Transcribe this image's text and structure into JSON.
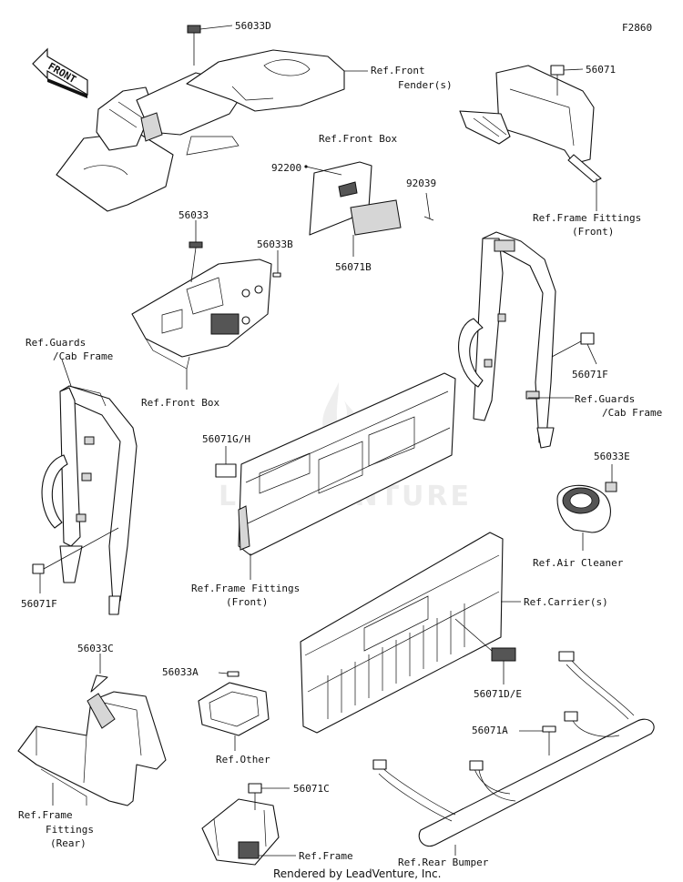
{
  "diagram_code": "F2860",
  "watermark": "LEADVENTURE",
  "footer": "Rendered by LeadVenture, Inc.",
  "front_arrow": "FRONT",
  "labels": {
    "p56033D": "56033D",
    "ref_front_fender_1": "Ref.Front",
    "ref_front_fender_2": "Fender(s)",
    "p56071_top": "56071",
    "ref_front_box_top": "Ref.Front Box",
    "p92200": "92200",
    "p92039": "92039",
    "p56071B": "56071B",
    "ref_frame_fittings_front_r1": "Ref.Frame Fittings",
    "ref_frame_fittings_front_r2": "(Front)",
    "p56033": "56033",
    "p56033B": "56033B",
    "ref_front_box_mid": "Ref.Front Box",
    "ref_guards_l1": "Ref.Guards",
    "ref_guards_l2": "/Cab Frame",
    "p56071F_right": "56071F",
    "ref_guards_r1": "Ref.Guards",
    "ref_guards_r2": "/Cab Frame",
    "p56071GH": "56071G/H",
    "p56033E": "56033E",
    "ref_air_cleaner": "Ref.Air Cleaner",
    "p56071F_left": "56071F",
    "ref_frame_fittings_front_c1": "Ref.Frame Fittings",
    "ref_frame_fittings_front_c2": "(Front)",
    "ref_carriers": "Ref.Carrier(s)",
    "p56033C": "56033C",
    "p56033A": "56033A",
    "ref_other": "Ref.Other",
    "p56071DE": "56071D/E",
    "p56071A": "56071A",
    "ref_frame_fittings_rear1": "Ref.Frame",
    "ref_frame_fittings_rear2": "Fittings",
    "ref_frame_fittings_rear3": "(Rear)",
    "p56071C": "56071C",
    "ref_frame": "Ref.Frame",
    "ref_rear_bumper": "Ref.Rear Bumper"
  }
}
